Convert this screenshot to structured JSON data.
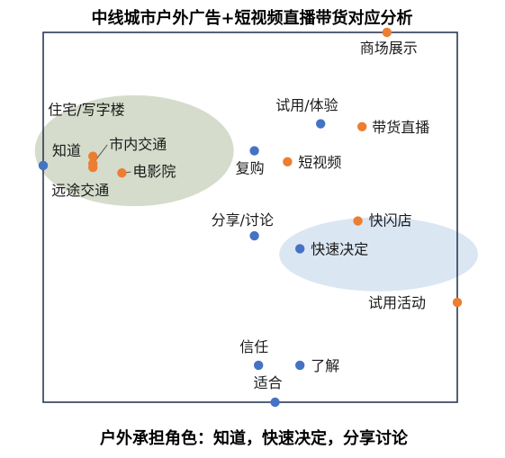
{
  "chart_data": {
    "type": "scatter",
    "title": "中线城市户外广告+短视频直播带货对应分析",
    "caption": "户外承担角色：知道，快速决定，分享讨论",
    "xlim": [
      0,
      1
    ],
    "ylim": [
      0,
      1
    ],
    "grid": false,
    "colors": {
      "blue": "#4472c4",
      "orange": "#ed7d31",
      "frame": "#2a3a55",
      "green_cluster": "#d5dccb",
      "blue_cluster": "#dbe6f3"
    },
    "clusters": [
      {
        "name": "green",
        "cx": 0.22,
        "cy": 0.68,
        "rx": 0.24,
        "ry": 0.15,
        "color": "#d5dccb"
      },
      {
        "name": "blue",
        "cx": 0.81,
        "cy": 0.4,
        "rx": 0.24,
        "ry": 0.1,
        "color": "#dbe6f3"
      }
    ],
    "points": [
      {
        "label": "商场展示",
        "x": 0.83,
        "y": 1.0,
        "series": "orange"
      },
      {
        "label": "住宅/写字楼",
        "x": 0.12,
        "y": 0.665,
        "series": "orange"
      },
      {
        "label": "知道",
        "x": 0.0,
        "y": 0.64,
        "series": "blue"
      },
      {
        "label": "市内交通",
        "x": 0.12,
        "y": 0.645,
        "series": "orange"
      },
      {
        "label": "电影院",
        "x": 0.19,
        "y": 0.62,
        "series": "orange"
      },
      {
        "label": "远途交通",
        "x": 0.12,
        "y": 0.635,
        "series": "orange"
      },
      {
        "label": "试用/体验",
        "x": 0.67,
        "y": 0.753,
        "series": "blue"
      },
      {
        "label": "带货直播",
        "x": 0.77,
        "y": 0.745,
        "series": "orange"
      },
      {
        "label": "复购",
        "x": 0.51,
        "y": 0.68,
        "series": "blue"
      },
      {
        "label": "短视频",
        "x": 0.59,
        "y": 0.65,
        "series": "orange"
      },
      {
        "label": "分享/讨论",
        "x": 0.51,
        "y": 0.45,
        "series": "blue"
      },
      {
        "label": "快闪店",
        "x": 0.76,
        "y": 0.49,
        "series": "orange"
      },
      {
        "label": "快速决定",
        "x": 0.62,
        "y": 0.415,
        "series": "blue"
      },
      {
        "label": "试用活动",
        "x": 1.0,
        "y": 0.27,
        "series": "orange"
      },
      {
        "label": "信任",
        "x": 0.52,
        "y": 0.1,
        "series": "blue"
      },
      {
        "label": "了解",
        "x": 0.62,
        "y": 0.1,
        "series": "blue"
      },
      {
        "label": "适合",
        "x": 0.56,
        "y": 0.0,
        "series": "blue"
      }
    ]
  }
}
